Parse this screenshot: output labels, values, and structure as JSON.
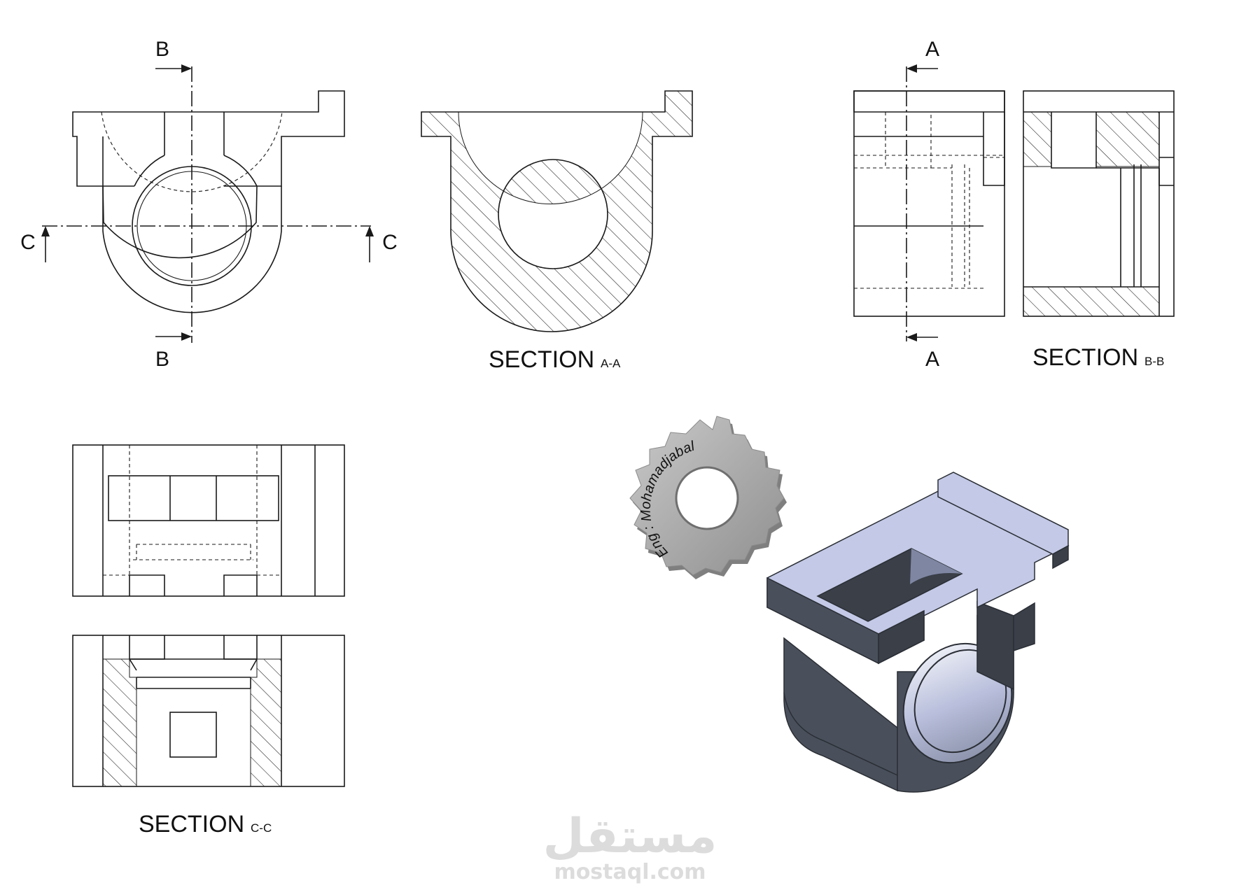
{
  "section_labels": {
    "b_top": "B",
    "b_bottom": "B",
    "c_left": "C",
    "c_right": "C",
    "a_top": "A",
    "a_bottom": "A"
  },
  "titles": {
    "aa_word": "SECTION",
    "aa_suffix": "A-A",
    "bb_word": "SECTION",
    "bb_suffix": "B-B",
    "cc_word": "SECTION",
    "cc_suffix": "C-C"
  },
  "stamp": {
    "signature": "Eng : Mohamadjabal"
  },
  "watermark": {
    "arabic": "مستقل",
    "domain": "mostaql.com"
  },
  "colors": {
    "line": "#1a1a1a",
    "part_top": "#c3c9e6",
    "part_side": "#4a505b",
    "part_dark": "#3a3f48",
    "stamp": "#9a9a9a"
  }
}
